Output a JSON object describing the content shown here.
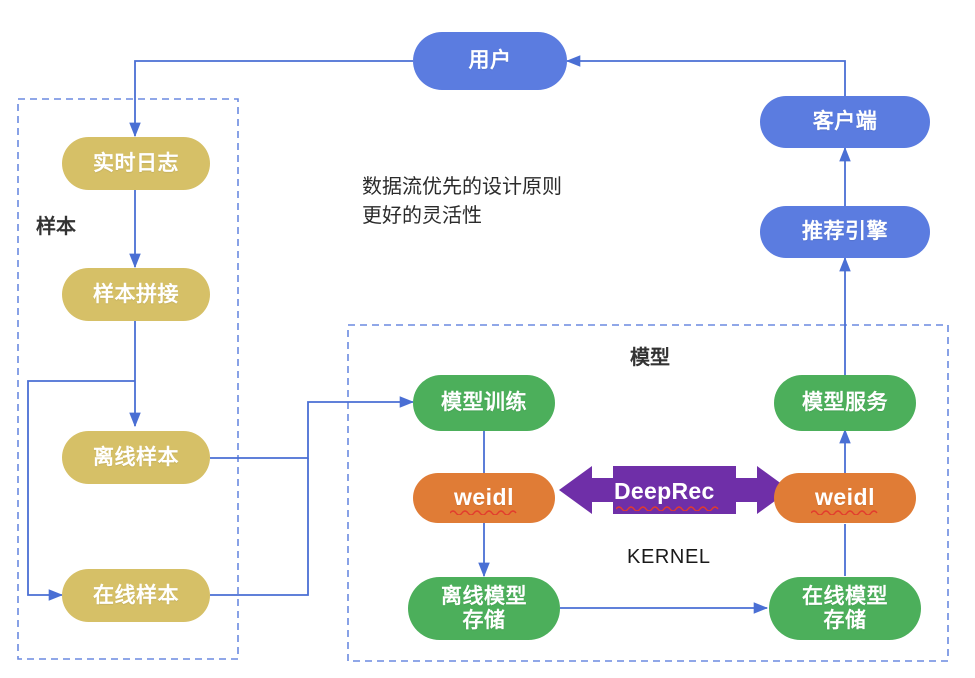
{
  "diagram": {
    "title_note": "数据流优先的设计原则\n更好的灵活性",
    "colors": {
      "blue": "#5b7ce0",
      "gold": "#d6c067",
      "green": "#4caf5b",
      "orange": "#e07c36",
      "purple": "#6f2fa8",
      "connector": "#5b7ce0",
      "dashed_border": "#6b8ae0",
      "text_dark": "#2b2b2b"
    },
    "groups": [
      {
        "id": "sample-group",
        "label": "样本"
      },
      {
        "id": "model-group",
        "label": "模型"
      }
    ],
    "nodes": [
      {
        "id": "user",
        "label": "用户",
        "color": "blue"
      },
      {
        "id": "client",
        "label": "客户端",
        "color": "blue"
      },
      {
        "id": "rec-engine",
        "label": "推荐引擎",
        "color": "blue"
      },
      {
        "id": "realtime-log",
        "label": "实时日志",
        "color": "gold"
      },
      {
        "id": "sample-join",
        "label": "样本拼接",
        "color": "gold"
      },
      {
        "id": "offline-sample",
        "label": "离线样本",
        "color": "gold"
      },
      {
        "id": "online-sample",
        "label": "在线样本",
        "color": "gold"
      },
      {
        "id": "model-training",
        "label": "模型训练",
        "color": "green"
      },
      {
        "id": "model-serving",
        "label": "模型服务",
        "color": "green"
      },
      {
        "id": "weidl-train",
        "label": "weidl",
        "color": "orange"
      },
      {
        "id": "weidl-serve",
        "label": "weidl",
        "color": "orange"
      },
      {
        "id": "offline-store",
        "label": "离线模型\n存储",
        "color": "green"
      },
      {
        "id": "online-store",
        "label": "在线模型\n存储",
        "color": "green"
      }
    ],
    "kernel": {
      "arrow_label": "DeepRec",
      "caption": "KERNEL"
    }
  }
}
